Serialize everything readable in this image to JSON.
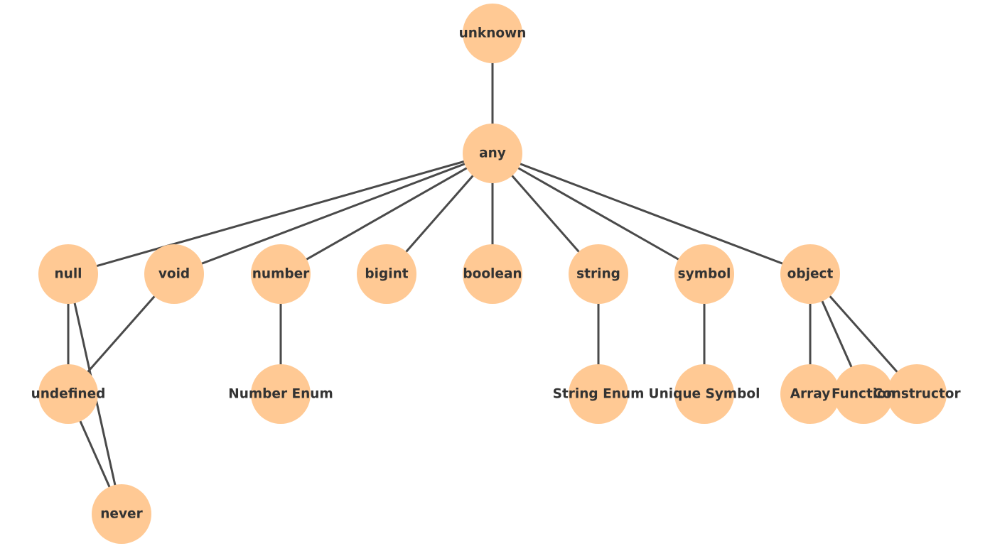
{
  "colors": {
    "node_fill": "#ffc994",
    "edge": "#4a4a4a",
    "label": "#333333"
  },
  "nodes": [
    {
      "id": "unknown",
      "label": "unknown"
    },
    {
      "id": "any",
      "label": "any"
    },
    {
      "id": "null",
      "label": "null"
    },
    {
      "id": "void",
      "label": "void"
    },
    {
      "id": "number",
      "label": "number"
    },
    {
      "id": "bigint",
      "label": "bigint"
    },
    {
      "id": "boolean",
      "label": "boolean"
    },
    {
      "id": "string",
      "label": "string"
    },
    {
      "id": "symbol",
      "label": "symbol"
    },
    {
      "id": "object",
      "label": "object"
    },
    {
      "id": "undefined",
      "label": "undefined"
    },
    {
      "id": "number-enum",
      "label": "Number Enum"
    },
    {
      "id": "string-enum",
      "label": "String Enum"
    },
    {
      "id": "unique-symbol",
      "label": "Unique Symbol"
    },
    {
      "id": "array",
      "label": "Array"
    },
    {
      "id": "function",
      "label": "Function"
    },
    {
      "id": "constructor",
      "label": "Constructor"
    },
    {
      "id": "never",
      "label": "never"
    }
  ],
  "edges": [
    [
      "unknown",
      "any"
    ],
    [
      "any",
      "null"
    ],
    [
      "any",
      "void"
    ],
    [
      "any",
      "number"
    ],
    [
      "any",
      "bigint"
    ],
    [
      "any",
      "boolean"
    ],
    [
      "any",
      "string"
    ],
    [
      "any",
      "symbol"
    ],
    [
      "any",
      "object"
    ],
    [
      "null",
      "undefined"
    ],
    [
      "null",
      "never"
    ],
    [
      "void",
      "undefined"
    ],
    [
      "undefined",
      "never"
    ],
    [
      "number",
      "number-enum"
    ],
    [
      "string",
      "string-enum"
    ],
    [
      "symbol",
      "unique-symbol"
    ],
    [
      "object",
      "array"
    ],
    [
      "object",
      "function"
    ],
    [
      "object",
      "constructor"
    ]
  ]
}
